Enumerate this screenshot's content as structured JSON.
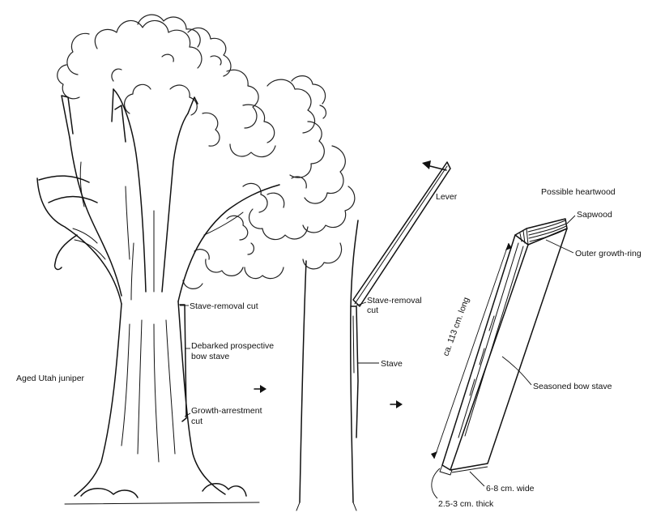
{
  "labels": {
    "aged_utah_juniper": "Aged Utah juniper",
    "stave_removal_cut_tree": "Stave-removal cut",
    "debarked_line1": "Debarked prospective",
    "debarked_line2": "bow stave",
    "growth_arrestment_line1": "Growth-arrestment",
    "growth_arrestment_line2": "cut",
    "lever": "Lever",
    "stave_removal_line1": "Stave-removal",
    "stave_removal_line2": "cut",
    "stave": "Stave",
    "possible_heartwood": "Possible heartwood",
    "sapwood": "Sapwood",
    "outer_growth_ring": "Outer growth-ring",
    "stave_length": "ca. 113 cm. long",
    "seasoned_bow_stave": "Seasoned bow stave",
    "stave_width": "6-8 cm. wide",
    "stave_thickness": "2.5-3 cm. thick"
  },
  "colors": {
    "ink": "#111111",
    "paper": "#ffffff"
  }
}
